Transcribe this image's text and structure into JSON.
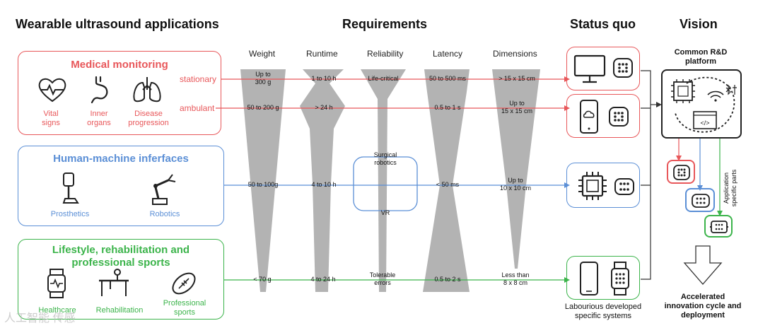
{
  "headings": {
    "applications": "Wearable ultrasound applications",
    "requirements": "Requirements",
    "status_quo": "Status quo",
    "vision": "Vision"
  },
  "columns": [
    "Weight",
    "Runtime",
    "Reliability",
    "Latency",
    "Dimensions"
  ],
  "groups": {
    "medical": {
      "title": "Medical monitoring",
      "items": [
        {
          "label_lines": [
            "Vital",
            "signs"
          ],
          "icon": "heart-pulse-icon"
        },
        {
          "label_lines": [
            "Inner",
            "organs"
          ],
          "icon": "stomach-icon"
        },
        {
          "label_lines": [
            "Disease",
            "progression"
          ],
          "icon": "lungs-icon"
        }
      ],
      "rows": [
        "stationary",
        "ambulant"
      ]
    },
    "hmi": {
      "title": "Human-machine inferfaces",
      "items": [
        {
          "label": "Prosthetics",
          "icon": "prosthetic-leg-icon"
        },
        {
          "label": "Robotics",
          "icon": "robot-arm-icon"
        }
      ]
    },
    "lifestyle": {
      "title_lines": [
        "Lifestyle, rehabilitation and",
        "professional sports"
      ],
      "items": [
        {
          "label": "Healthcare",
          "icon": "smartwatch-icon"
        },
        {
          "label": "Rehabilitation",
          "icon": "rehab-bed-icon"
        },
        {
          "label_lines": [
            "Professional",
            "sports"
          ],
          "icon": "football-icon"
        }
      ]
    }
  },
  "requirements": {
    "stationary": {
      "weight": [
        "Up to",
        "300 g"
      ],
      "runtime": "1 to 10 h",
      "reliability": "Life-critical",
      "latency": "50 to 500 ms",
      "dimensions": "> 15 x 15 cm"
    },
    "ambulant": {
      "weight": "50 to 200 g",
      "runtime": "> 24 h",
      "latency": "0.5 to 1 s",
      "dimensions": [
        "Up to",
        "15 x 15 cm"
      ]
    },
    "hmi": {
      "weight": "50 to 100g",
      "runtime": "4 to 10 h",
      "reliability_top": [
        "Surgical",
        "robotics"
      ],
      "reliability_bottom": "VR",
      "latency": "< 50 ms",
      "dimensions": [
        "Up to",
        "10 x 10 cm"
      ]
    },
    "lifestyle": {
      "weight": "< 70 g",
      "runtime": "4 to 24 h",
      "reliability": [
        "Tolerable",
        "errors"
      ],
      "latency": "0.5 to 2 s",
      "dimensions": [
        "Less than",
        "8 x 8 cm"
      ]
    }
  },
  "status_quo": {
    "icons": [
      "monitor-icon",
      "smartphone-cloud-icon",
      "chip-icon",
      "phone-watch-icon"
    ],
    "caption_lines": [
      "Labourious developed",
      "specific systems"
    ]
  },
  "vision": {
    "platform_lines": [
      "Common R&D",
      "platform"
    ],
    "side_label_lines": [
      "Application",
      "specific parts"
    ],
    "caption_lines": [
      "Accelerated",
      "innovation cycle and",
      "deployment"
    ]
  },
  "watermark": "人工智能 传感",
  "colors": {
    "red": "#e8575a",
    "blue": "#5b8fd6",
    "green": "#3cb44b",
    "gray": "#b0b0b0"
  }
}
